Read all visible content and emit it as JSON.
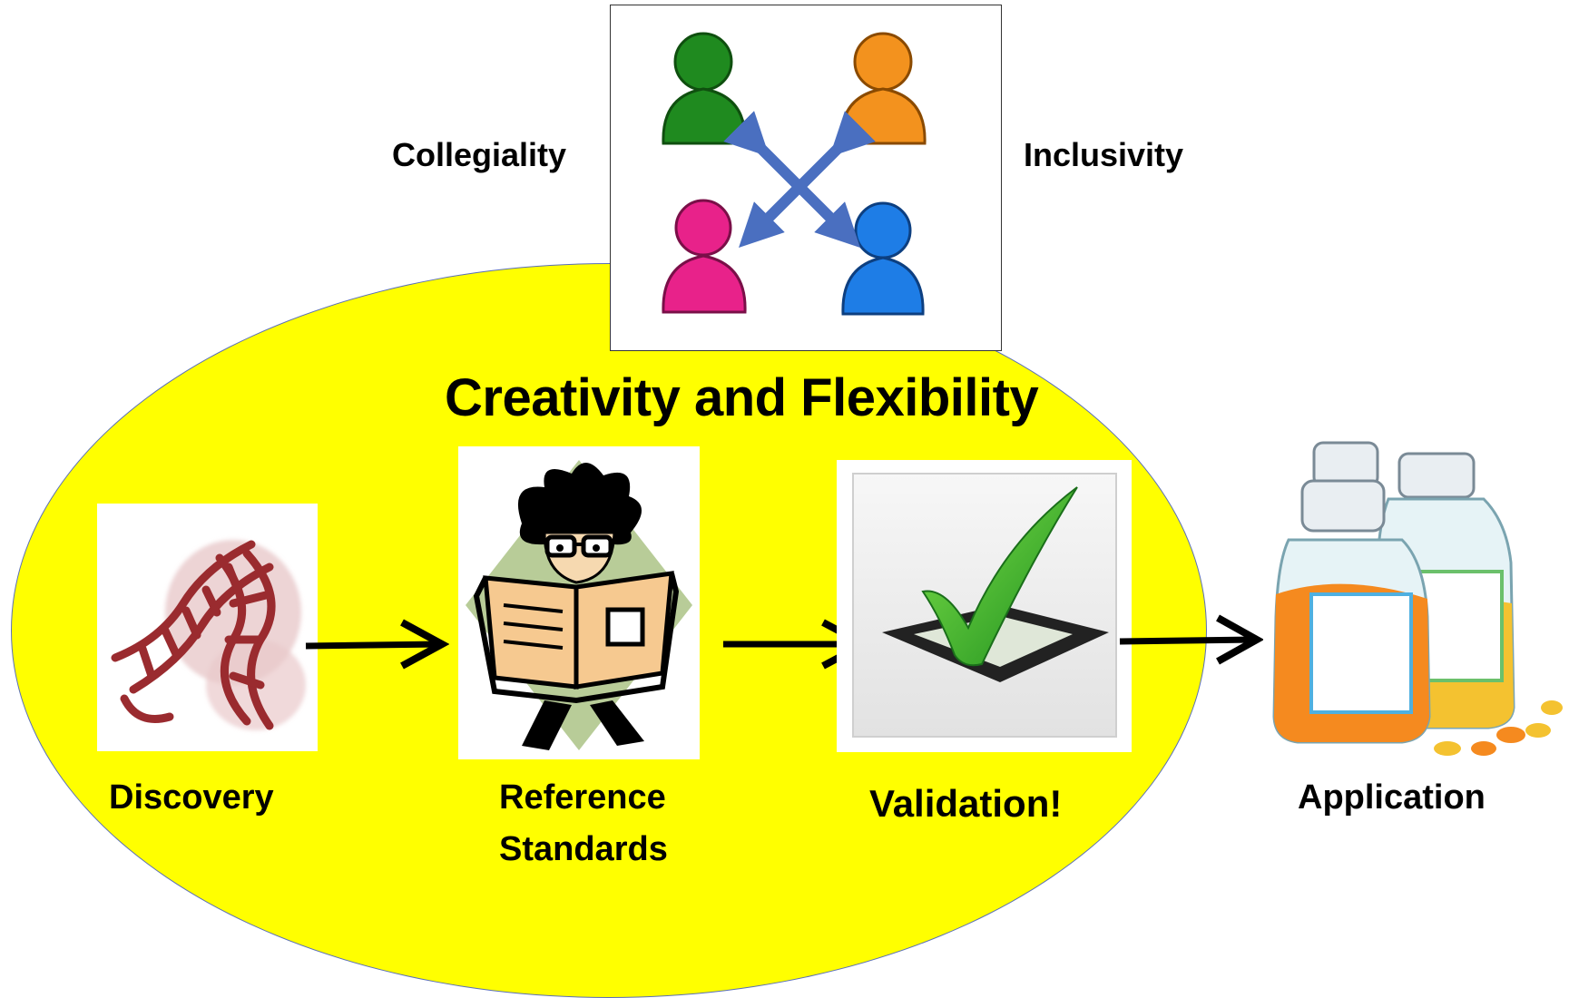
{
  "collaboration": {
    "left_label": "Collegiality",
    "right_label": "Inclusivity",
    "people_colors": [
      "#1f8a1f",
      "#f3921e",
      "#e8228a",
      "#1e7de6"
    ],
    "arrow_color": "#4a6fc0"
  },
  "heading": "Creativity and Flexibility",
  "ellipse_color": "#ffff00",
  "stages": {
    "discovery": "Discovery",
    "reference_line1": "Reference",
    "reference_line2": "Standards",
    "validation": "Validation!",
    "application": "Application"
  }
}
